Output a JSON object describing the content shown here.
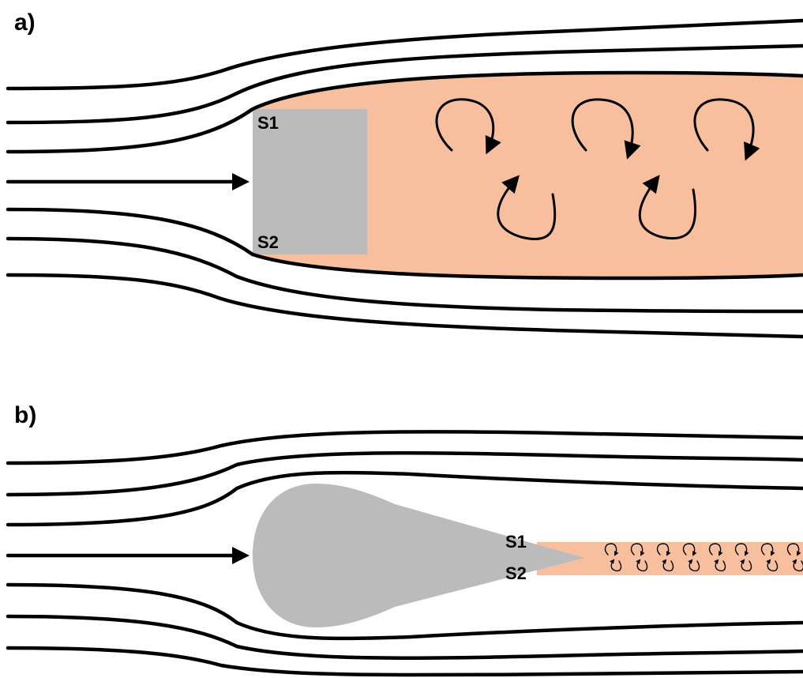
{
  "panels": [
    {
      "id": "a",
      "label": "a)",
      "body_shape": "square",
      "points": {
        "top": "S1",
        "bottom": "S2"
      }
    },
    {
      "id": "b",
      "label": "b)",
      "body_shape": "teardrop",
      "points": {
        "top": "S1",
        "bottom": "S2"
      }
    }
  ],
  "colors": {
    "wake": "#f8bf9f",
    "body": "#bbbbbb",
    "line": "#000000",
    "background": "#ffffff"
  }
}
